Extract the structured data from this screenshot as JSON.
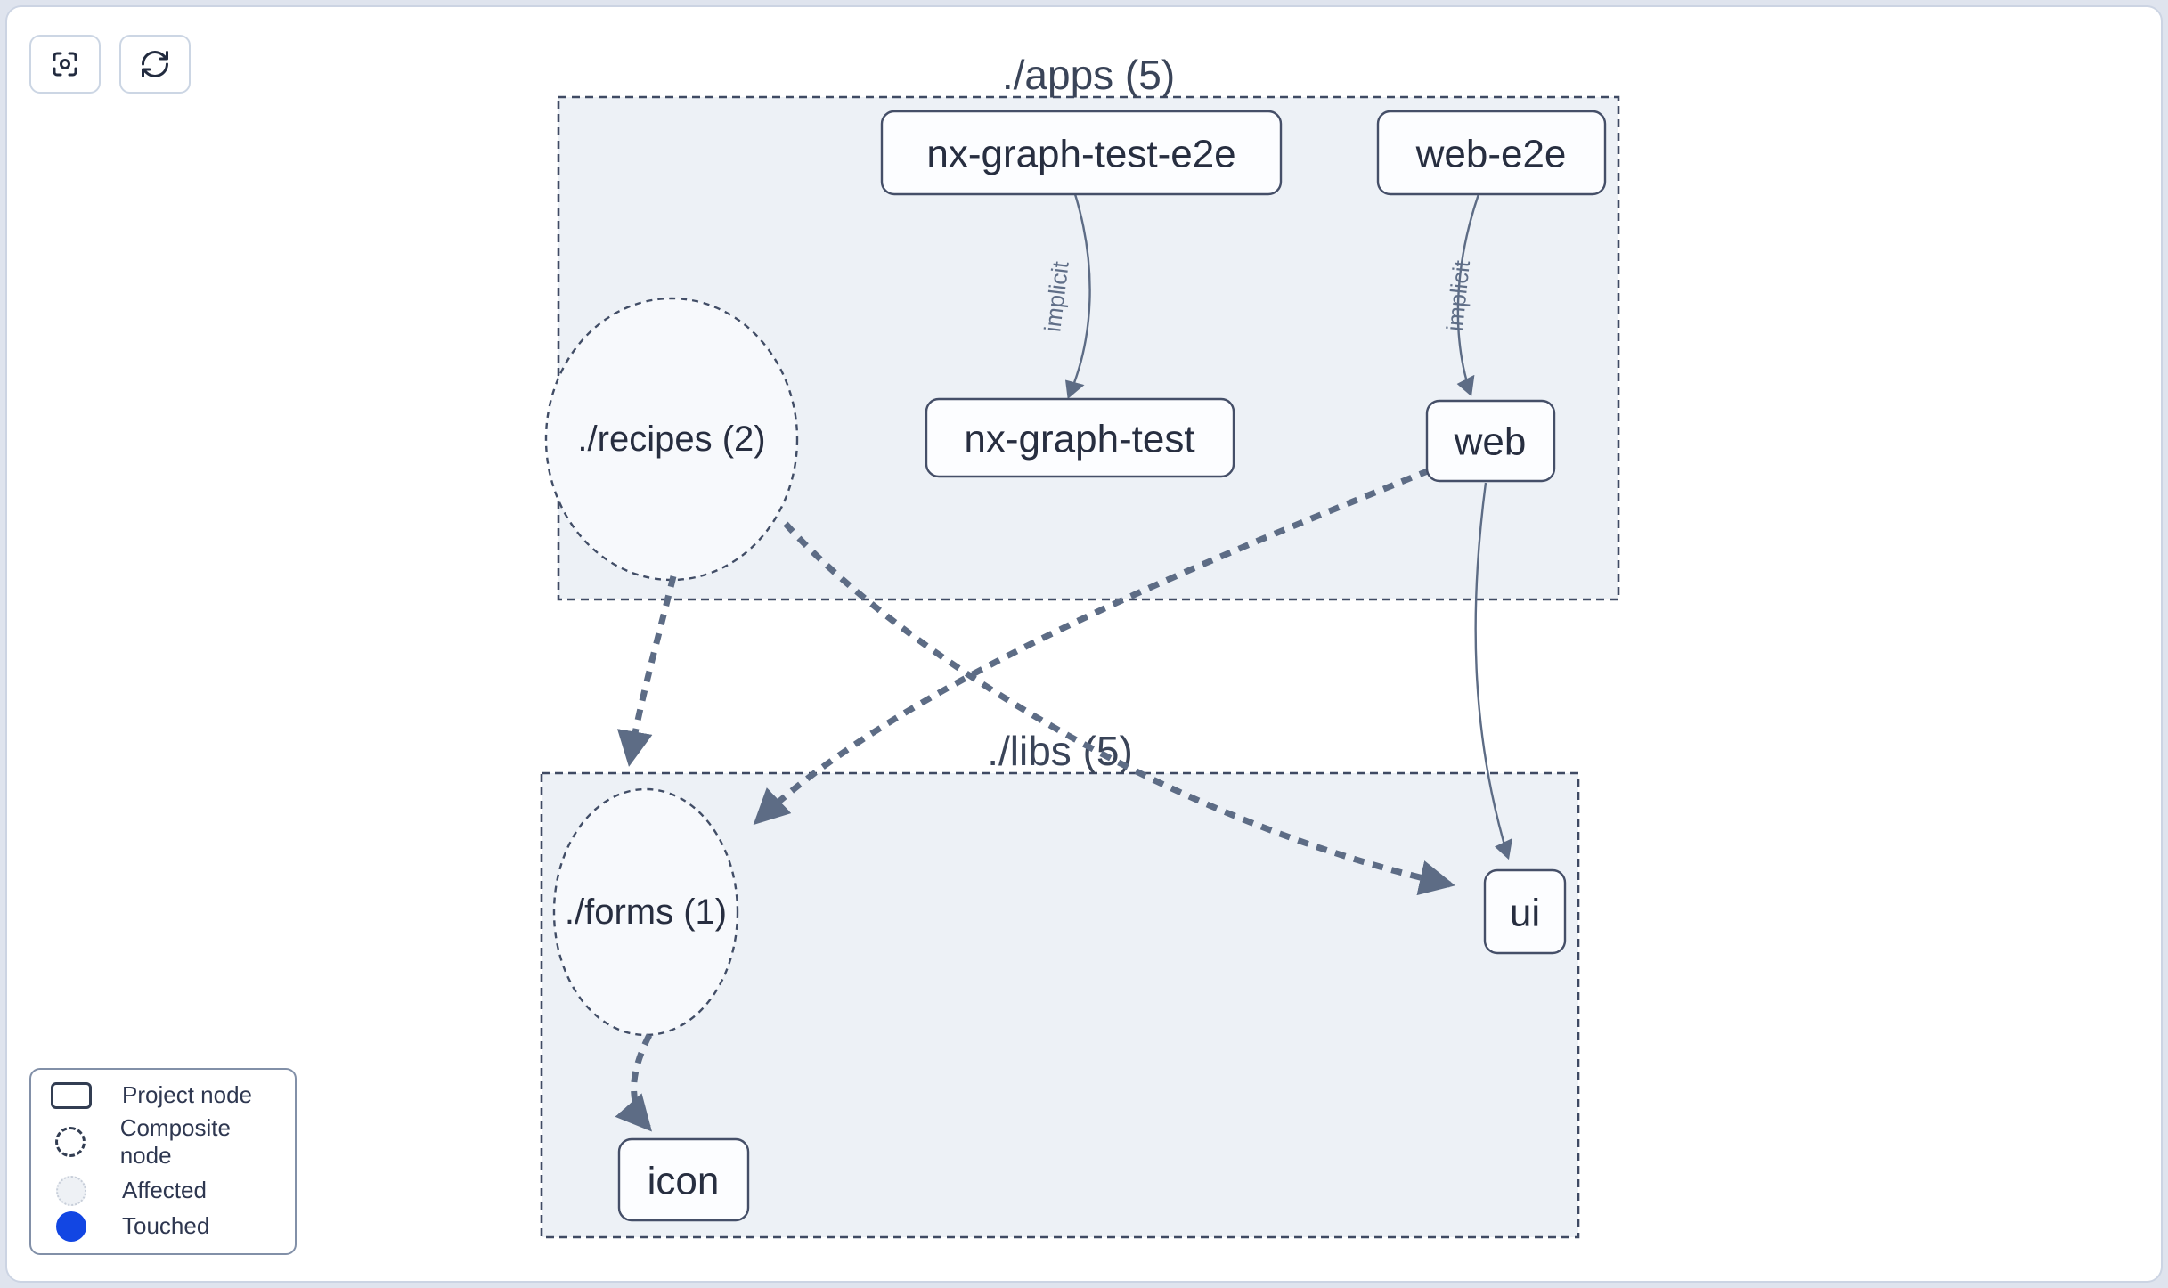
{
  "toolbar": {
    "buttons": [
      {
        "name": "focus-reset",
        "icon": "focus-icon"
      },
      {
        "name": "refresh",
        "icon": "refresh-icon"
      }
    ]
  },
  "graph": {
    "groups": [
      {
        "id": "apps",
        "label": "./apps (5)"
      },
      {
        "id": "libs",
        "label": "./libs (5)"
      }
    ],
    "composite_nodes": [
      {
        "id": "recipes",
        "label": "./recipes (2)"
      },
      {
        "id": "forms",
        "label": "./forms (1)"
      }
    ],
    "project_nodes": [
      {
        "id": "nx-graph-test-e2e",
        "label": "nx-graph-test-e2e"
      },
      {
        "id": "web-e2e",
        "label": "web-e2e"
      },
      {
        "id": "nx-graph-test",
        "label": "nx-graph-test"
      },
      {
        "id": "web",
        "label": "web"
      },
      {
        "id": "ui",
        "label": "ui"
      },
      {
        "id": "icon",
        "label": "icon"
      }
    ],
    "edges": [
      {
        "from": "nx-graph-test-e2e",
        "to": "nx-graph-test",
        "label": "implicit",
        "style": "solid"
      },
      {
        "from": "web-e2e",
        "to": "web",
        "label": "implicit",
        "style": "solid"
      },
      {
        "from": "recipes",
        "to": "forms",
        "label": "",
        "style": "dashed"
      },
      {
        "from": "recipes",
        "to": "ui",
        "label": "",
        "style": "dashed"
      },
      {
        "from": "web",
        "to": "forms",
        "label": "",
        "style": "dashed"
      },
      {
        "from": "web",
        "to": "ui",
        "label": "",
        "style": "solid"
      },
      {
        "from": "forms",
        "to": "icon",
        "label": "",
        "style": "dashed"
      }
    ]
  },
  "legend": {
    "items": [
      {
        "icon": "project-node-icon",
        "label": "Project node"
      },
      {
        "icon": "composite-node-icon",
        "label": "Composite node"
      },
      {
        "icon": "affected-icon",
        "label": "Affected"
      },
      {
        "icon": "touched-icon",
        "label": "Touched"
      }
    ]
  },
  "colors": {
    "touched_blue": "#1246e3",
    "affected_fill": "#eef1f5",
    "edge_slate": "#5d6c85",
    "group_fill": "#edf1f6",
    "group_border": "#3f4a63",
    "canvas_border": "#ccd4e3",
    "outer_background": "#dfe4ee",
    "text_dark": "#272e40"
  }
}
